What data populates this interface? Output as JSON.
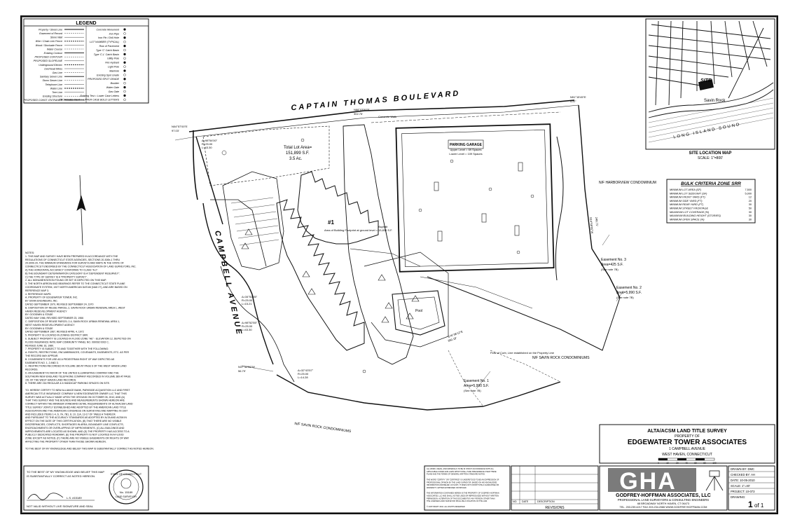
{
  "legend": {
    "title": "LEGEND",
    "left_items": [
      "Property / Street Line",
      "Easement of Record",
      "Stone Wall",
      "Wire / Chain Link Fence",
      "Wood / Stockade Fence",
      "Water Course",
      "Existing Contour",
      "PROPOSED CONTOUR",
      "PROPOSED SLOPELINE",
      "Underground Electric",
      "Overhead Wires",
      "Gas Line",
      "Sanitary Sewer Line",
      "Storm Sewer Line",
      "Telephone Line",
      "Water Line",
      "Tree Line",
      "Existing Structure",
      "PROPOSED CONST. ENTRANCE"
    ],
    "right_items": [
      "Concrete Monument",
      "Iron Pipe",
      "Iron Pin / Drill Hole",
      "LOT NUMBER (TYPICAL)",
      "Row of Pavement",
      "Type 'C' Catch Basin",
      "Type 'C-L' Catch Basin",
      "Utility Pole",
      "Fire Hydrant",
      "Light Pole",
      "Manhole",
      "Existing Spot Grade",
      "PROPOSED SPOT GRADE",
      "Boulder",
      "Water Gate",
      "Gas Gate",
      "Existing Test = Lower Case Letters",
      "PROPOSED TEXT = UPPER CASE BOLD LETTERS"
    ]
  },
  "streets": {
    "north": "CAPTAIN THOMAS BOULEVARD",
    "west": "CAMPBELL AVENUE"
  },
  "site_labels": {
    "total_lot_area": "Total Lot Area=",
    "total_lot_sf": "151,899 S.F.",
    "total_lot_ac": "3.5 Ac.",
    "parking_garage_title": "PARKING GARAGE",
    "parking_upper": "Upper Level = 69 Spaces",
    "parking_lower": "Lower Level = 109 Spaces",
    "building_number": "#1",
    "building_area": "Area of Building Footprint at ground level = 13,836 S.F.",
    "pool": "Pool",
    "harborview": "N/F HARBORVIEW CONDOMINIUM",
    "savin_rock_east": "N/F SAVIN ROCK CONDOMINIUMS",
    "savin_rock_south": "N/F SAVIN ROCK CONDOMINIUMS",
    "easement1_title": "Easement No. 1",
    "easement1_area": "Area=5,990 S.F.",
    "easement1_note": "(See note 7B)",
    "easement2_title": "Easement No. 2",
    "easement2_area": "Area=5,990 S.F.",
    "easement2_note": "(See note 7B)",
    "easement3_title": "Easement No. 3",
    "easement3_area": "Area=425 S.F.",
    "easement3_note": "(See note 7B)",
    "curve1": "Δ=98°54'00\"",
    "curve1r": "R=25.00",
    "curve1l": "L=43.30",
    "curve2": "Δ=32°43'57\"",
    "curve2r": "R=25.00",
    "curve2l": "L=14.28",
    "curve3": "Δ=34°51'35\"",
    "curve3r": "R=25.00",
    "curve3l": "L=15.21",
    "curve4": "Δ=98°52'55\"",
    "curve4r": "R=25.00",
    "curve4l": "L=43.30",
    "concrete_walk": "Concrete Walk",
    "asphalt": "Asphalt",
    "bearing1": "N04°57'00\"E",
    "dist1": "97.03'",
    "bearing2": "N88°03'50\"E",
    "dist2": "302.75'",
    "bearing3": "N51°15'45\"E",
    "dist3": "4.87'",
    "bearing4": "S14°58'05\"W",
    "dist4": "249.71'",
    "bearing5": "S76°36'12\"E",
    "dist5": "350.18'",
    "bearing6": "N37°52'56\"W",
    "dist6": "56.79'",
    "flood_note": "Flow of Curb, Line established on the Property Line"
  },
  "site_location": {
    "site": "SITE",
    "savin_rock": "Savin Rock",
    "sound": "LONG ISLAND SOUND",
    "title": "SITE LOCATION MAP",
    "scale": "SCALE: 1\"=800'"
  },
  "bulk": {
    "title": "BULK CRITERIA ZONE SRR",
    "rows": [
      {
        "label": "MINIMUM LOT AREA (SF)",
        "value": "7,500"
      },
      {
        "label": "MINIMUM LOT SIZE/UNIT (SF)",
        "value": "5,000"
      },
      {
        "label": "MINIMUM FRONT YARD (FT)",
        "value": "12"
      },
      {
        "label": "MINIMUM SIDE YARD (FT)",
        "value": "20"
      },
      {
        "label": "MINIMUM REAR YARD (FT)",
        "value": "30"
      },
      {
        "label": "MINIMUM STREET FRONTAGE",
        "value": "50"
      },
      {
        "label": "MAXIMUM LOT COVERAGE (%)",
        "value": "30"
      },
      {
        "label": "MAXIMUM BUILDING HEIGHT (STORIES)",
        "value": "30"
      },
      {
        "label": "MINIMUM OPEN SPACE (%)",
        "value": "30"
      }
    ]
  },
  "notes": [
    "NOTES:",
    "1. THIS MAP AND SURVEY HAVE BEEN PREPARED IN ACCORDANCE WITH THE",
    "REGULATIONS OF CONNECTICUT STATE AGENCIES, SECTIONS 20-300b-1 THRU",
    "20-300b-20, THE MINIMUM STANDARDS FOR SURVEYS AND MAPS IN THE STATE OF",
    "CONNECTICUT ENDORSED BY THE CONNECTICUT ASSOCIATION OF LAND SURVEYORS, INC.",
    "A) THE HORIZONTAL ACCURACY CONFORMS TO CLASS \"A-2\".",
    "B) THE BOUNDARY DETERMINATION CATEGORY IS A \"DEPENDENT RESURVEY\".",
    "C) THE TYPE OF SURVEY IS A \"PROPERTY SURVEY\".",
    "2. ALL MONUMENTATION FOUND OR SET IS DEPICTED ON THIS MAP.",
    "3. THE NORTH ARROW AND BEARINGS REFER TO THE CONNECTICUT STATE PLANE",
    "COORDINATE SYSTEM, 1927 NORTH AMERICAN DATUM (NAD 27), AND ARE BASED ON",
    "REFERENCE MAP 3.",
    "4. REFERENCE MAPS:",
    "A. PROPERTY OF EDGEWATER TOWER, INC.",
    "BY SIXAN ENGINEERS, INC.",
    "DATED SEPTEMBER 1970, REVISED SEPTEMBER 24, 1970",
    "B. DISPOSITION OF REUSE PARCEL 2, SAVIN ROCK URBAN RENEWAL AREA 1, WEST",
    "HAVEN REDEVELOPMENT AGENCY",
    "BY: GOODWIN & STADE",
    "DATED MAY 1966, REVISED SEPTEMBER 23, 1966",
    "C. DISPOSITION OF REUSE PARCEL 2-4, SAVIN ROCK URBAN RENEWAL AREA 1,",
    "WEST HAVEN REDEVELOPMENT AGENCY",
    "BY: GOODWIN & STADE",
    "DATED SEPTEMBER 1967, REVISED APRIL 4, 1972",
    "5. PROPERTY IS LOCATED IN ZONING DISTRICT SRR.",
    "6. SUBJECT PROPERTY IS LOCATED IN FLOOD ZONE \"AE\" - ELEVATION 12, DEPICTED ON",
    "FLOOD INSURANCE RATE MAP COMMUNITY PANEL NO. 090092 0002 C,",
    "REVISED JUNE 16, 1980.",
    "7. PROPERTY IS SUBJECT TO AND TOGETHER WITH THE FOLLOWING:",
    "A. RIGHTS, RESTRICTIONS, ENCUMBRANCES, COVENANTS, EASEMENTS, ETC. AS PER",
    "THE RECORD MAY APPEAR.",
    "B. 3 EASEMENTS FOR USE AS A PEDESTRIAN RIGHT OF WAY DEPICTED AS",
    "EASEMENTS NO. 1, 2 AND 3.",
    "C. RESTRICTIONS RECORDED IN VOLUME 380 AT PAGE 6 OF THE WEST HAVEN LAND",
    "RECORDS.",
    "D. AN EASEMENT IN FAVOR OF THE UNITED ILLUMINATING COMPANY AND THE",
    "SOUTHERN NEW ENGLAND TELEPHONE COMPANY RECORDED IN VOLUME 389 AT PAGE",
    "151 OF THE WEST HAVEN LAND RECORDS.",
    "8. THERE ARE 216 REGULAR & 6 HANDICAP PARKING SPACES ON SITE.",
    "",
    "TO: HEREBY CERTIFY TO NEW ALLIANCE BANK, PARKSIDE ACQUISITION LLC AND FIRST",
    "AMERICAN TITLE INSURANCE COMPANY & NEW EDGEWATER OWNER LLC THAT THIS",
    "SURVEY WAS ACTUALLY MADE UPON THE GROUND ON OCTOBER 05, 2010, AND (A)",
    "THAT THIS SURVEY AND THE BOUNDS AND MEASUREMENTS SHOWN HEREON ARE",
    "CORRECT WITHIN THE MINIMUM STANDARD DETAIL REQUIREMENTS OF ALTA/ACSM LAND",
    "TITLE SURVEY JOINTLY ESTABLISHED AND ADOPTED BY THE AMERICAN LAND TITLE",
    "ASSOCIATION AND THE AMERICAN CONGRESS ON SURVEYING AND MAPPING IN 1997",
    "AND INCLUDES ITEMS 1-4, 6, 7A, 7B1, 8, 10, 11A, 13-17 OF TABLE A THEREOF,",
    "AND PURSUANT TO THE ACCURACY STANDARDS AS ADOPTED BY ALTA AND ACSM IN",
    "EFFECT ON THE DATE OF THIS CERTIFICATION, (B) THAT THERE ARE NO VISIBLE",
    "DISCREPANCIES, CONFLICTS, SHORTAGES IN AREA, BOUNDARY LINE CONFLICTS,",
    "ENCROACHMENTS OR OVERLAPPING OF IMPROVEMENTS, (C) ALL BUILDINGS AND",
    "IMPROVEMENTS ARE LOCATED AS SHOWN, AND (D) THE PROPERTY HAS ACCESS TO A",
    "PUBLICLY DEDICATED ROADWAY, (E) THE PROPERTY IS NOT LOCATED IN A FLOOD",
    "ZONE EXCEPT AS NOTED, (F) THERE ARE NO VISIBLE EASEMENTS OR RIGHTS OF WAY",
    "AFFECTING THE PROPERTY OTHER THAN THOSE SHOWN HEREON.",
    "",
    "TO THE BEST OF MY KNOWLEDGE AND BELIEF THIS MAP IS SUBSTANTIALLY CORRECT AS NOTED HEREON."
  ],
  "signature": {
    "line1": "TO THE BEST OF MY KNOWLEDGE AND BELIEF THIS MAP",
    "line2": "IS SUBSTANTIALLY CORRECT AS NOTED HEREON.",
    "surveyor": "L.S. #15189",
    "footer": "NOT VALID WITHOUT LIVE SIGNATURE AND SEAL"
  },
  "seal": {
    "state": "STATE OF CONNECTICUT",
    "number": "No. 15189",
    "role": "LAND SURVEYOR"
  },
  "title_block": {
    "line1": "ALTA/ACSM LAND TITLE SURVEY",
    "line2": "PROPERTY OF",
    "line3": "EDGEWATER TOWER ASSOCIATES",
    "line4": "1 CAMPBELL AVENUE",
    "line5": "WEST HAVEN, CONNECTICUT",
    "scale_ticks": [
      "0",
      "10",
      "20",
      "40",
      "60",
      "80",
      "100"
    ]
  },
  "disclaimer": [
    "ALL WORK, IDEAS, AND MATERIALS TO BE IN STRICT ACCORDANCE WITH ALL",
    "APPLICABLE CODES AND LAWS WHICH SHALL TAKE PRECEDENCE OVER THESE",
    "PLANS AND THE TERMS OF GENERAL WRITTEN STANDARD NOTES.",
    "",
    "THE WORD \"CERTIFY\" OR \"CERTIFIED\" IS UNDERSTOOD TO BE AN EXPRESSION OF",
    "PROFESSIONAL OPINION BY THE LAND SURVEYOR, BASED ON HIS KNOWLEDGE,",
    "INFORMATION AND BELIEF. AS SUCH, IT DOES NOT CONSTITUTE A GUARANTEE OR",
    "WARRANTY, EITHER EXPRESSED OR IMPLIED.",
    "",
    "THE INFORMATION CONTAINED HEREIN IS THE PROPERTY OF GODFREY-HOFFMAN",
    "ASSOCIATES, LLC AND SHALL NOT BE USED OR REPRODUCED WITHOUT WRITTEN",
    "PERMISSION. ALTERATION OF THIS DOCUMENT BY ANY PERSON OTHER THAN",
    "THE LICENSED LAND SURVEYOR SHALL BE A VIOLATION OF THE LAW.",
    "",
    "© COPYRIGHT 2010. ALL RIGHTS RESERVED"
  ],
  "revisions": {
    "col_no": "NO.",
    "col_date": "DATE",
    "col_desc": "DESCRIPTION",
    "title": "REVISIONS"
  },
  "company": {
    "logo": "GHA",
    "name": "GODFREY-HOFFMAN ASSOCIATES, LLC",
    "tagline": "PROFESSIONAL LAND SURVEYORS & CONSULTING ENGINEERS",
    "address": "68 BROADWAY NORTH HAVEN, CT 06473",
    "phone": "TEL. 203.239.4217 FAX 203.234.2086 WWW.GODFREYHOFFMAN.COM"
  },
  "drawing_info": {
    "drawn_by": "DRAWN BY: DMC",
    "checked_by": "CHECKED BY: AH",
    "date": "DATE: 10-05-2010",
    "scale": "SCALE: 1\"=40'",
    "project": "PROJECT: 10-073",
    "drawing": "DRAWING:",
    "sheet": "1",
    "of": "of 1"
  }
}
